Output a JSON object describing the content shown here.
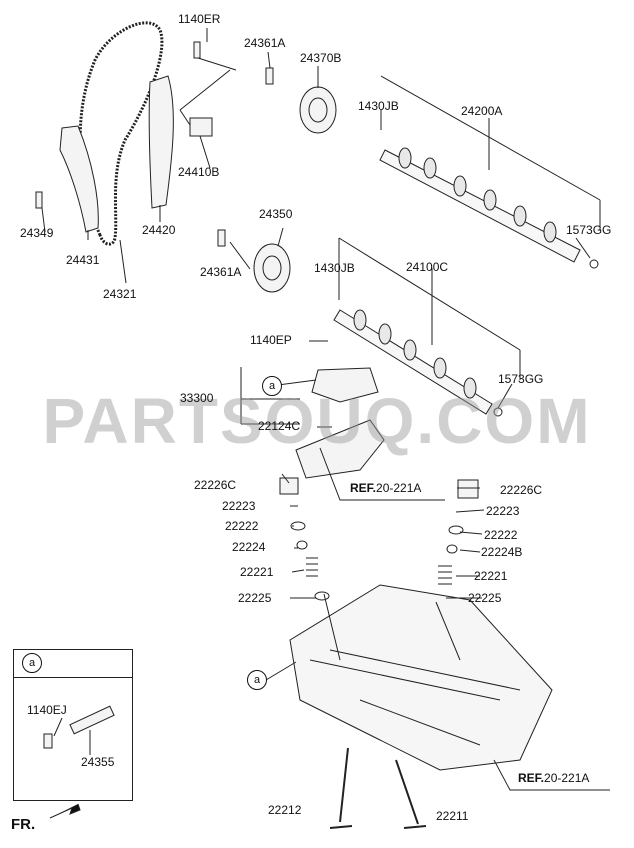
{
  "diagram": {
    "watermark": "PARTSOUQ.COM",
    "callout_symbol": "a",
    "direction_label": "FR.",
    "ref_labels": [
      {
        "prefix": "REF.",
        "number": "20-221A"
      },
      {
        "prefix": "REF.",
        "number": "20-221A"
      }
    ],
    "part_labels": [
      "1140ER",
      "24361A",
      "24370B",
      "1430JB",
      "24200A",
      "24410B",
      "24349",
      "24431",
      "24420",
      "24321",
      "1573GG",
      "24350",
      "24361A",
      "1430JB",
      "24100C",
      "1140EP",
      "33300",
      "22124C",
      "1573GG",
      "22226C",
      "22223",
      "22222",
      "22224",
      "22221",
      "22225",
      "22226C",
      "22223",
      "22222",
      "22224B",
      "22221",
      "22225",
      "22212",
      "22211",
      "1140EJ",
      "24355"
    ]
  }
}
